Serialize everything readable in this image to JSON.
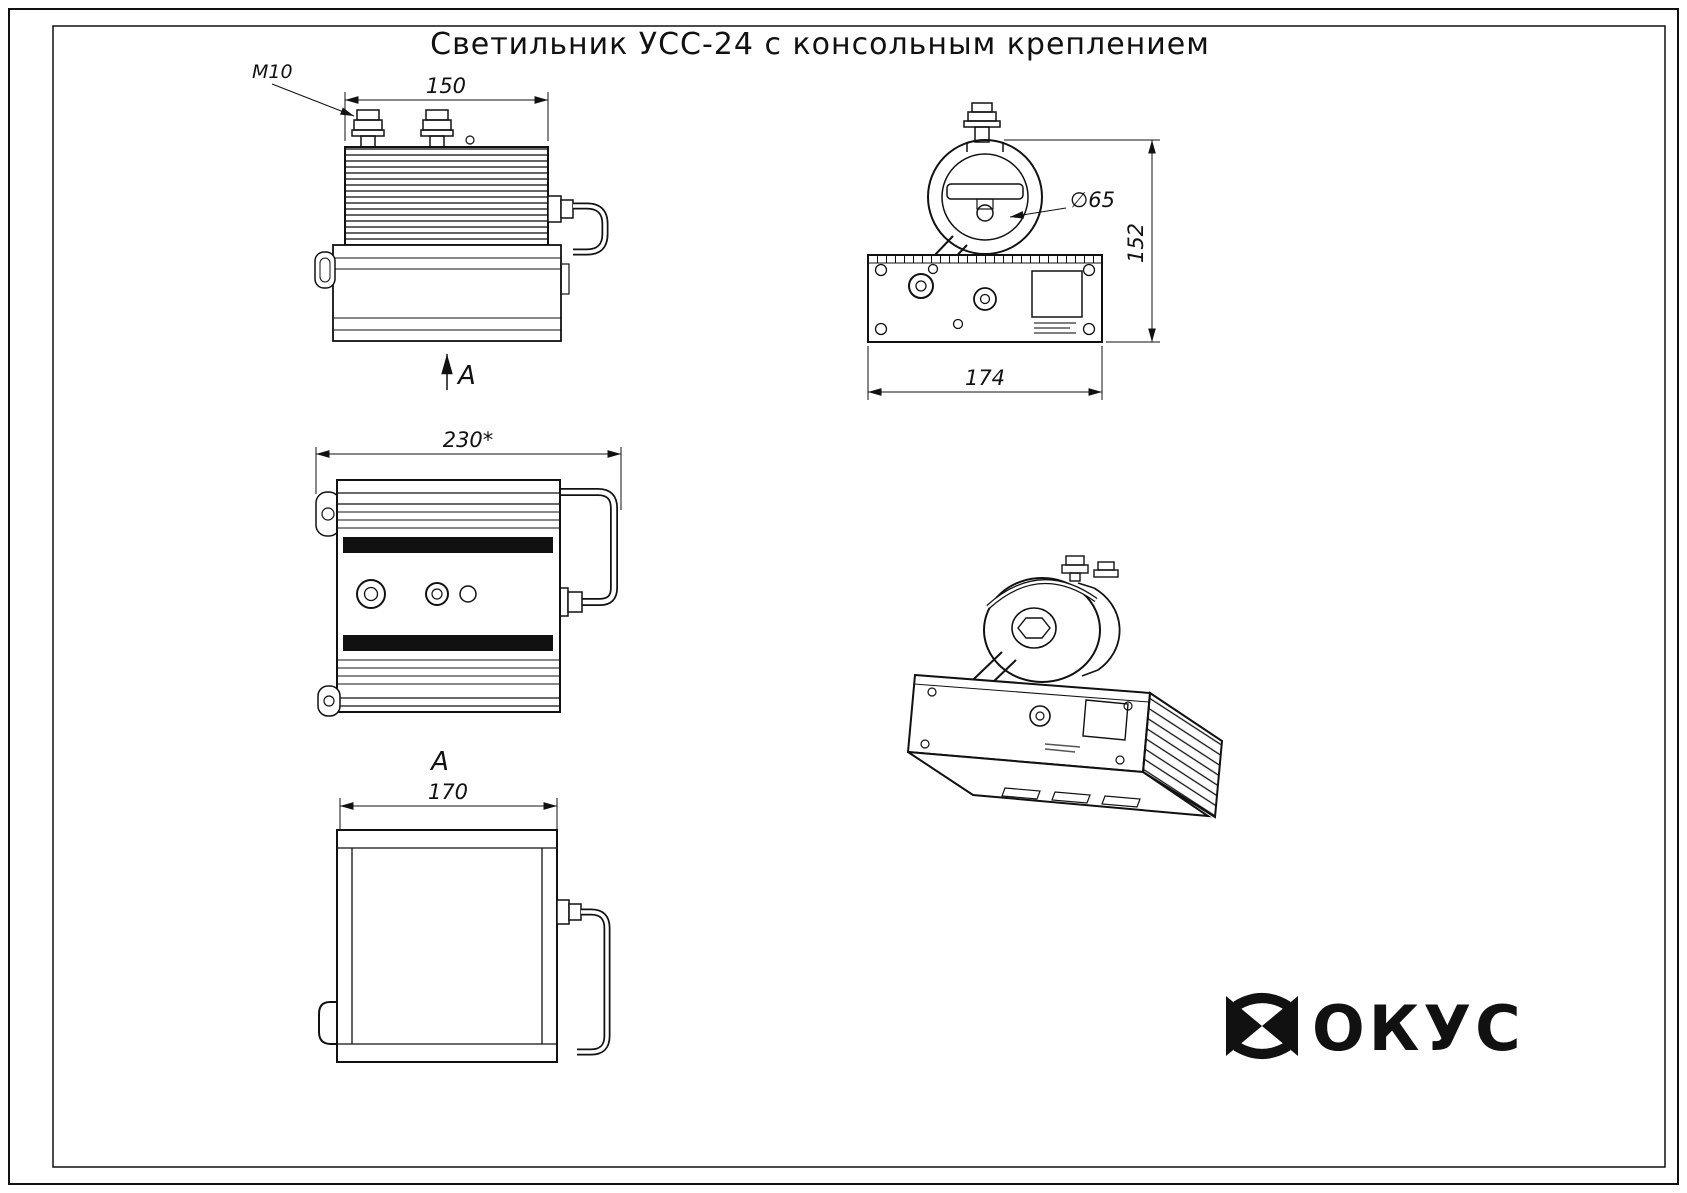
{
  "title": "Светильник УСС-24 с консольным креплением",
  "dims": {
    "top_width": "150",
    "thread": "М10",
    "front_width": "174",
    "front_height": "152",
    "clamp_diameter": "∅65",
    "side_width": "230*",
    "bottom_width": "170"
  },
  "labels": {
    "view_arrow": "А",
    "view_title": "А"
  },
  "logo": {
    "text": "ОКУС"
  },
  "colors": {
    "line": "#111111",
    "background": "#ffffff"
  }
}
